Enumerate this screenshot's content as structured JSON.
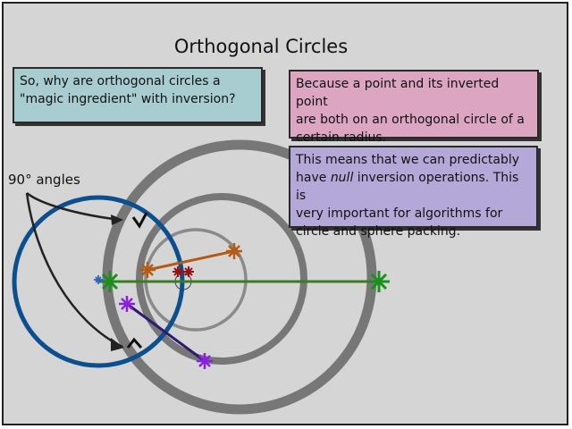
{
  "title": "Orthogonal Circles",
  "question": {
    "line1": "So, why are orthogonal circles a",
    "line2": "\"magic ingredient\" with inversion?"
  },
  "answer": {
    "line1": "Because a point and its inverted point",
    "line2": "are both on an orthogonal circle of a",
    "line3": "certain radius."
  },
  "meaning": {
    "line1": "This means that we can predictably",
    "line2_em": "null",
    "line2_pre": "have ",
    "line2_post": " inversion operations.  This is",
    "line3": "very important for algorithms for",
    "line4": "circle and sphere packing."
  },
  "angles_label": "90° angles",
  "colors": {
    "background": "#d5d5d5",
    "question_box": "#a8cdd0",
    "answer_box": "#dca5c2",
    "meaning_box": "#b3a8d8",
    "outer_circles": "#777777",
    "inner_circle": "#8a8a8a",
    "orthogonal_circle": "#0b4f8f",
    "axis_line": "#3a7d1e",
    "green_points": "#1b8f1b",
    "orange_pair": "#b45a12",
    "purple_pair": "#8a1fe0",
    "red_center": "#9a1010",
    "small_blue_point": "#3060c0"
  }
}
